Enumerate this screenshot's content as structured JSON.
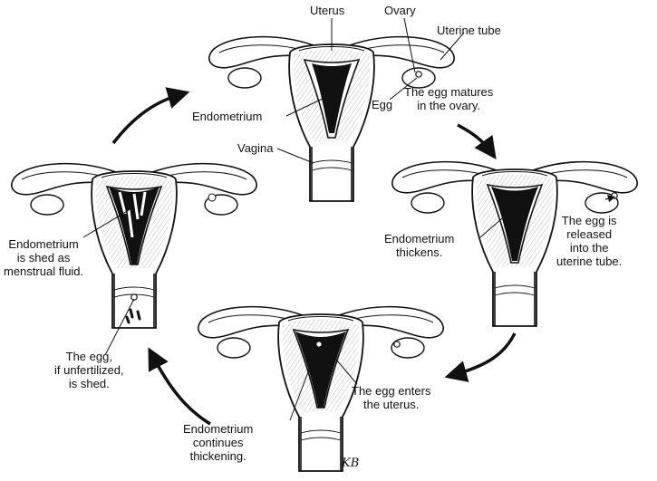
{
  "diagram": {
    "labels": {
      "uterus": "Uterus",
      "ovary": "Ovary",
      "uterine_tube": "Uterine tube",
      "egg": "Egg",
      "egg_matures": "The egg matures\nin the ovary.",
      "endometrium_top": "Endometrium",
      "vagina": "Vagina",
      "endometrium_thickens": "Endometrium\nthickens.",
      "egg_released": "The egg is\nreleased\ninto the\nuterine tube.",
      "egg_enters": "The egg enters\nthe uterus.",
      "endometrium_continues": "Endometrium\ncontinues\nthickening.",
      "egg_shed": "The egg,\nif unfertilized,\nis shed.",
      "endometrium_shed": "Endometrium\nis shed as\nmenstrual fluid."
    },
    "signature": "KB",
    "colors": {
      "ink": "#111111",
      "tissue": "#ffffff",
      "lining": "#111111"
    }
  }
}
